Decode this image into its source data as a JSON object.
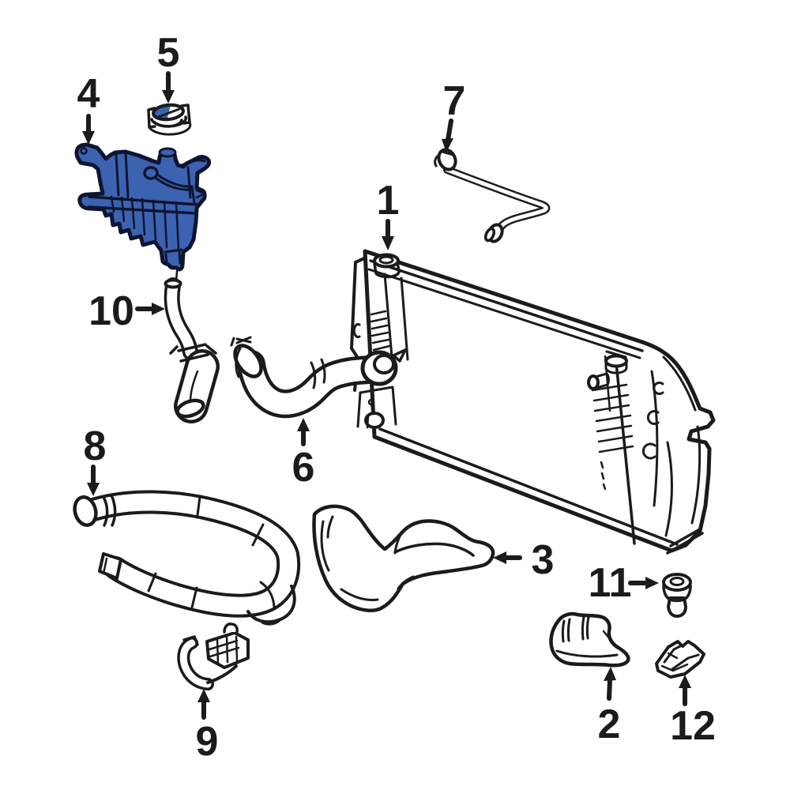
{
  "diagram": {
    "type": "exploded-parts-diagram",
    "background_color": "#ffffff",
    "line_color": "#1b1b1b",
    "highlight_fill_color": "#3c63b1",
    "highlight_outline_color": "#0d1530",
    "highlighted_callouts": [
      "4",
      "5"
    ]
  },
  "callouts": [
    {
      "label": "1"
    },
    {
      "label": "2"
    },
    {
      "label": "3"
    },
    {
      "label": "4"
    },
    {
      "label": "5"
    },
    {
      "label": "6"
    },
    {
      "label": "7"
    },
    {
      "label": "8"
    },
    {
      "label": "9"
    },
    {
      "label": "10"
    },
    {
      "label": "11"
    },
    {
      "label": "12"
    }
  ]
}
